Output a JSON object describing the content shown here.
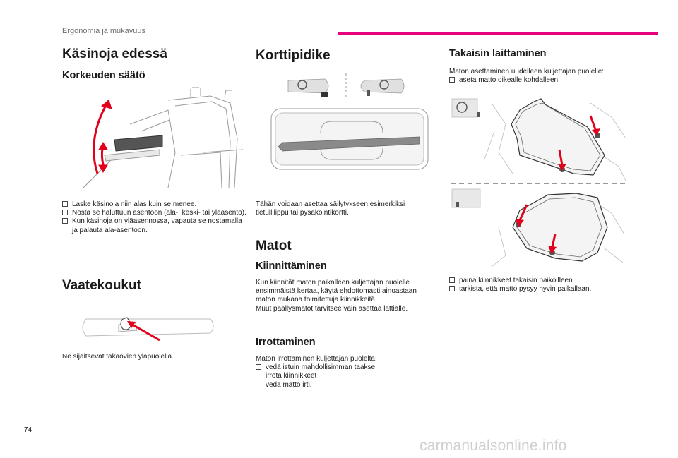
{
  "header": {
    "section": "Ergonomia ja mukavuus",
    "accent_color": "#e6007e"
  },
  "col1": {
    "armrest": {
      "title": "Käsinoja edessä",
      "subtitle": "Korkeuden säätö",
      "bullets": [
        "Laske käsinoja niin alas kuin se menee.",
        "Nosta se haluttuun asentoon (ala-, keski- tai yläasento).",
        "Kun käsinoja on yläasennossa, vapauta se nostamalla ja palauta ala-asentoon."
      ]
    },
    "hooks": {
      "title": "Vaatekoukut",
      "text": "Ne sijaitsevat takaovien yläpuolella."
    }
  },
  "col2": {
    "card_holder": {
      "title": "Korttipidike",
      "text": "Tähän voidaan asettaa säilytykseen esimerkiksi tietullilippu tai pysäköintikortti."
    },
    "mats": {
      "title": "Matot",
      "fitting": {
        "title": "Kiinnittäminen",
        "text": "Kun kiinnität maton paikalleen kuljettajan puolelle ensimmäistä kertaa, käytä ehdottomasti ainoastaan maton mukana toimitettuja kiinnikkeitä.",
        "text2": "Muut päällysmatot tarvitsee vain asettaa lattialle."
      },
      "removal": {
        "title": "Irrottaminen",
        "intro": "Maton irrottaminen kuljettajan puolelta:",
        "bullets": [
          "vedä istuin mahdollisimman taakse",
          "irrota kiinnikkeet",
          "vedä matto irti."
        ]
      }
    }
  },
  "col3": {
    "refit": {
      "title": "Takaisin laittaminen",
      "intro": "Maton asettaminen uudelleen kuljettajan puolelle:",
      "bullet1": "aseta matto oikealle kohdalleen",
      "bullets": [
        "paina kiinnikkeet takaisin paikoilleen",
        "tarkista, että matto pysyy hyvin paikallaan."
      ]
    }
  },
  "footer": {
    "page_number": "74",
    "watermark": "carmanualsonline.info"
  }
}
